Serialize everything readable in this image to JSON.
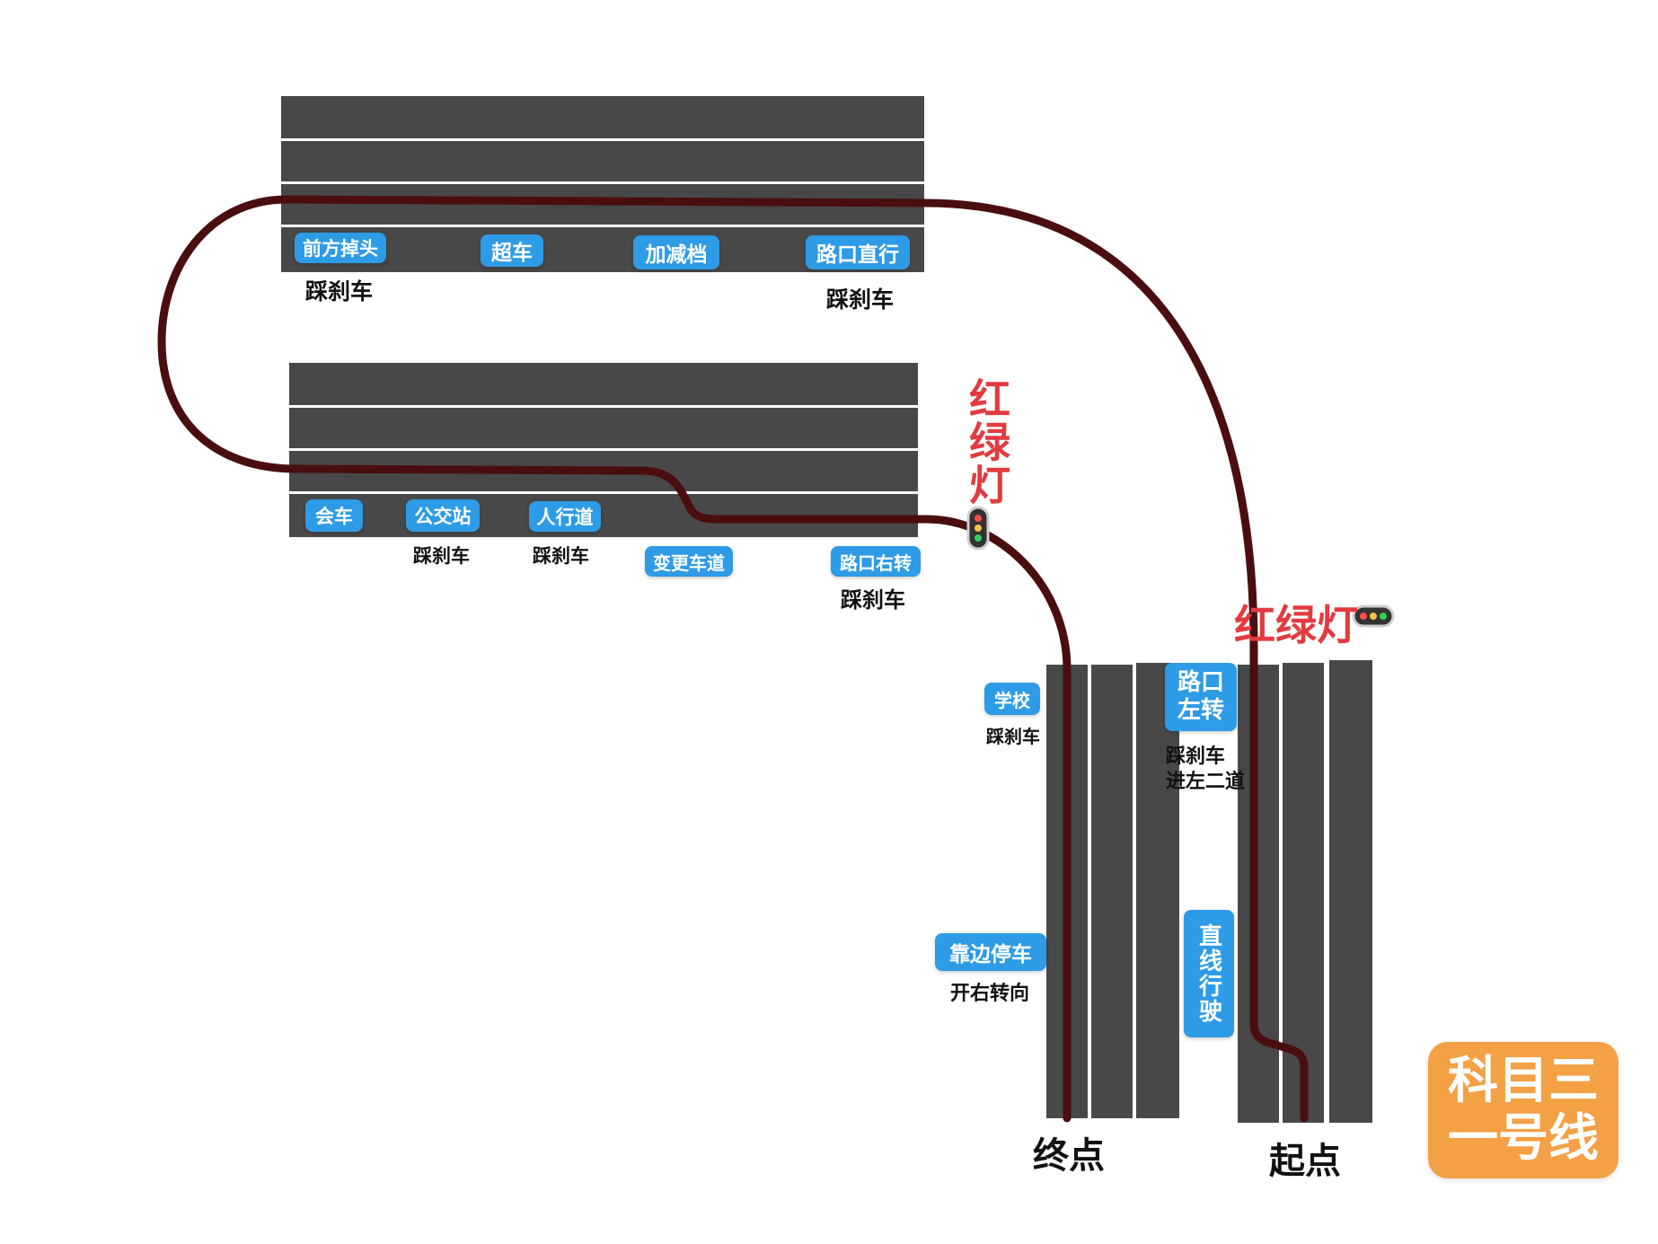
{
  "tags": {
    "u_turn": "前方掉头",
    "overtake": "超车",
    "gear": "加减档",
    "straight_junction": "路口直行",
    "meeting": "会车",
    "bus_stop": "公交站",
    "crosswalk": "人行道",
    "lane_change": "变更车道",
    "right_turn": "路口右转",
    "school": "学校",
    "left_turn": "路口左转",
    "pull_over": "靠边停车",
    "straight_drive": "直线行驶"
  },
  "notes": {
    "brake_u_turn": "踩刹车",
    "brake_straight_junction": "踩刹车",
    "brake_bus_stop": "踩刹车",
    "brake_crosswalk": "踩刹车",
    "brake_right_turn": "踩刹车",
    "brake_school": "踩刹车",
    "brake_left_turn": "踩刹车",
    "enter_lane": "进左二道",
    "right_signal": "开右转向"
  },
  "points": {
    "end": "终点",
    "start": "起点"
  },
  "traffic_lights": {
    "label_upper": "红绿灯",
    "label_lower": "红绿灯"
  },
  "badge": {
    "line1": "科目三",
    "line2": "一号线"
  },
  "colors": {
    "road": "#484848",
    "lane_line": "#ffffff",
    "route": "#4a0e0e",
    "tag": "#2e9be6",
    "light_label": "#e23b3f",
    "badge": "#f4a045"
  }
}
